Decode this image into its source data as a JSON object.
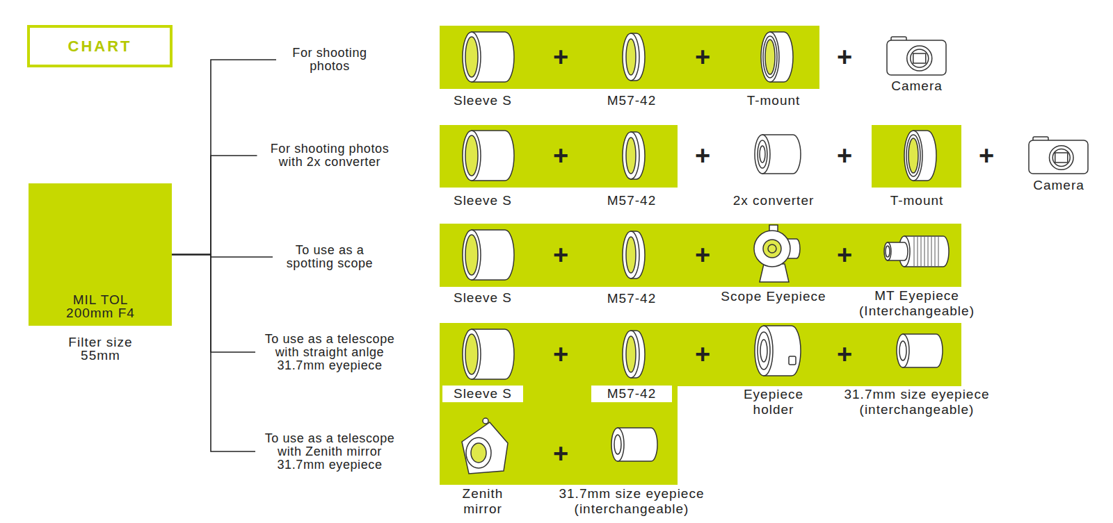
{
  "diagram": {
    "title": "CHART",
    "nodes": [
      {
        "text": [
          "MIL TOL 200mm F4",
          "Filter size 55mm"
        ]
      },
      {
        "text": [
          "For shooting photos"
        ]
      },
      {
        "text": [
          "For shooting photos with 2x converter"
        ]
      },
      {
        "text": [
          "To use as a spotting scope"
        ]
      },
      {
        "text": [
          "To use as a telescope with straight anlge 31.7mm eyepiece"
        ]
      },
      {
        "text": [
          "To use as a telescope with Zenith mirror 31.7mm eyepiece"
        ]
      }
    ],
    "edges": [
      {
        "from": 0,
        "to": 1,
        "arrow": "none"
      },
      {
        "from": 0,
        "to": 2,
        "arrow": "none"
      },
      {
        "from": 0,
        "to": 3,
        "arrow": "none"
      },
      {
        "from": 0,
        "to": 4,
        "arrow": "none"
      },
      {
        "from": 0,
        "to": 5,
        "arrow": "none"
      }
    ],
    "labels": [
      "Sleeve S",
      "+",
      "M57-42",
      "+",
      "T-mount",
      "+",
      "Camera",
      "Sleeve S",
      "+",
      "M57-42",
      "+",
      "2x converter",
      "+",
      "T-mount",
      "+",
      "Camera",
      "Sleeve S",
      "+",
      "M57-42",
      "+",
      "Scope Eyepiece",
      "+",
      "MT Eyepiece (Interchangeable)",
      "Sleeve S",
      "+",
      "M57-42",
      "+",
      "Eyepiece holder",
      "+",
      "31.7mm size eyepiece (interchangeable)",
      "Zenith mirror",
      "+",
      "31.7mm size eyepiece (interchangeable)"
    ]
  }
}
